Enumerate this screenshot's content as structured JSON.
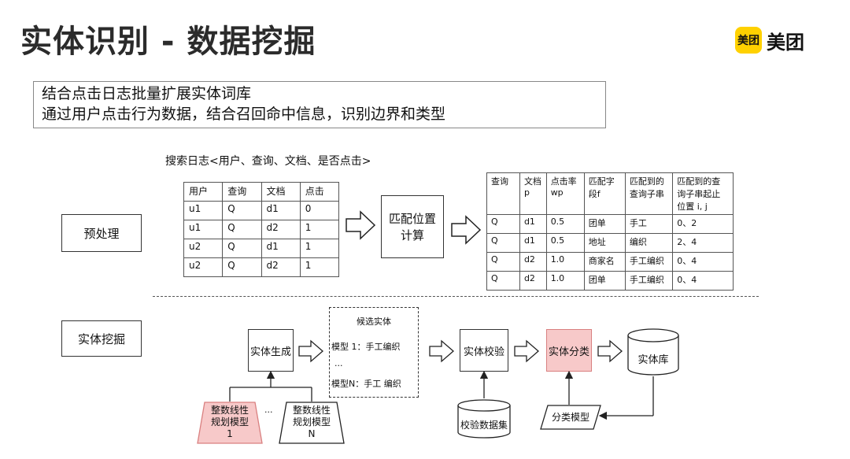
{
  "title": "实体识别 - 数据挖掘",
  "brand": {
    "badge": "美团",
    "name": "美团",
    "color": "#FFD100"
  },
  "summary": [
    "结合点击日志批量扩展实体词库",
    "通过用户点击行为数据，结合召回命中信息，识别边界和类型"
  ],
  "stages": {
    "preprocess": "预处理",
    "mining": "实体挖掘"
  },
  "log_caption": "搜索日志<用户、查询、文档、是否点击>",
  "log_table": {
    "headers": [
      "用户",
      "查询",
      "文档",
      "点击"
    ],
    "rows": [
      [
        "u1",
        "Q",
        "d1",
        "0"
      ],
      [
        "u1",
        "Q",
        "d2",
        "1"
      ],
      [
        "u2",
        "Q",
        "d1",
        "1"
      ],
      [
        "u2",
        "Q",
        "d2",
        "1"
      ]
    ]
  },
  "match_box": "匹配位置计算",
  "result_table": {
    "headers": [
      "查询",
      "文档 p",
      "点击率 wp",
      "匹配字段f",
      "匹配到的查询子串",
      "匹配到的查询子串起止位置 i, j"
    ],
    "rows": [
      [
        "Q",
        "d1",
        "0.5",
        "团单",
        "手工",
        "0、2"
      ],
      [
        "Q",
        "d1",
        "0.5",
        "地址",
        "编织",
        "2、4"
      ],
      [
        "Q",
        "d2",
        "1.0",
        "商家名",
        "手工编织",
        "0、4"
      ],
      [
        "Q",
        "d2",
        "1.0",
        "团单",
        "手工编织",
        "0、4"
      ]
    ]
  },
  "flow": {
    "entity_gen": "实体生成",
    "candidates_title": "候选实体",
    "candidate_1": "模型 1：手工编织",
    "candidate_ellipsis": "...",
    "candidate_n": "模型N：手工  编织",
    "verify": "实体校验",
    "classify": "实体分类",
    "entity_db": "实体库",
    "verify_dataset": "校验数据集",
    "classify_model": "分类模型",
    "model_1": "整数线性规划模型 1",
    "model_dots": "...",
    "model_n": "整数线性规划模型 N"
  },
  "colors": {
    "highlight_fill": "#f7c9c9",
    "highlight_border": "#d98080"
  }
}
